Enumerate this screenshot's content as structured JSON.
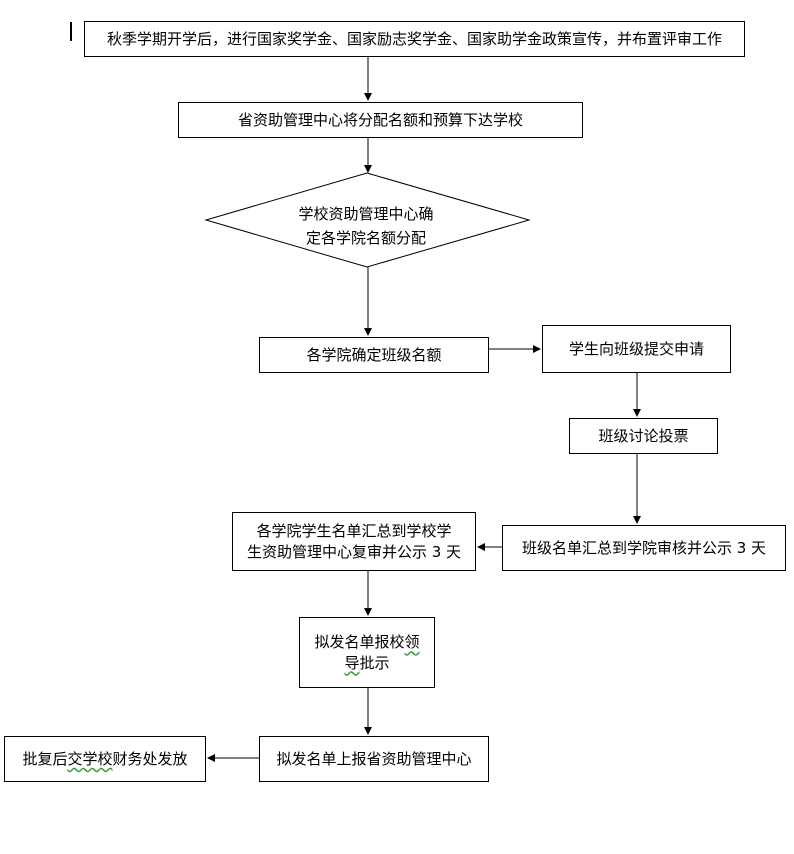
{
  "flowchart": {
    "step1": "秋季学期开学后，进行国家奖学金、国家励志奖学金、国家助学金政策宣传，并布置评审工作",
    "step2": "省资助管理中心将分配名额和预算下达学校",
    "step3_line1": "学校资助管理中心确",
    "step3_line2": "定各学院名额分配",
    "step4": "各学院确定班级名额",
    "step5": "学生向班级提交申请",
    "step6": "班级讨论投票",
    "step7": "班级名单汇总到学院审核并公示 3 天",
    "step8_line1": "各学院学生名单汇总到学校学",
    "step8_line2": "生资助管理中心复审并公示 3 天",
    "step9_line1a": "拟发名单报校",
    "step9_line1b": "领",
    "step9_line2a": "导",
    "step9_line2b": "批示",
    "step10": "拟发名单上报省资助管理中心",
    "step11a": "批复后",
    "step11b": "交学校",
    "step11c": "财务处发放"
  }
}
